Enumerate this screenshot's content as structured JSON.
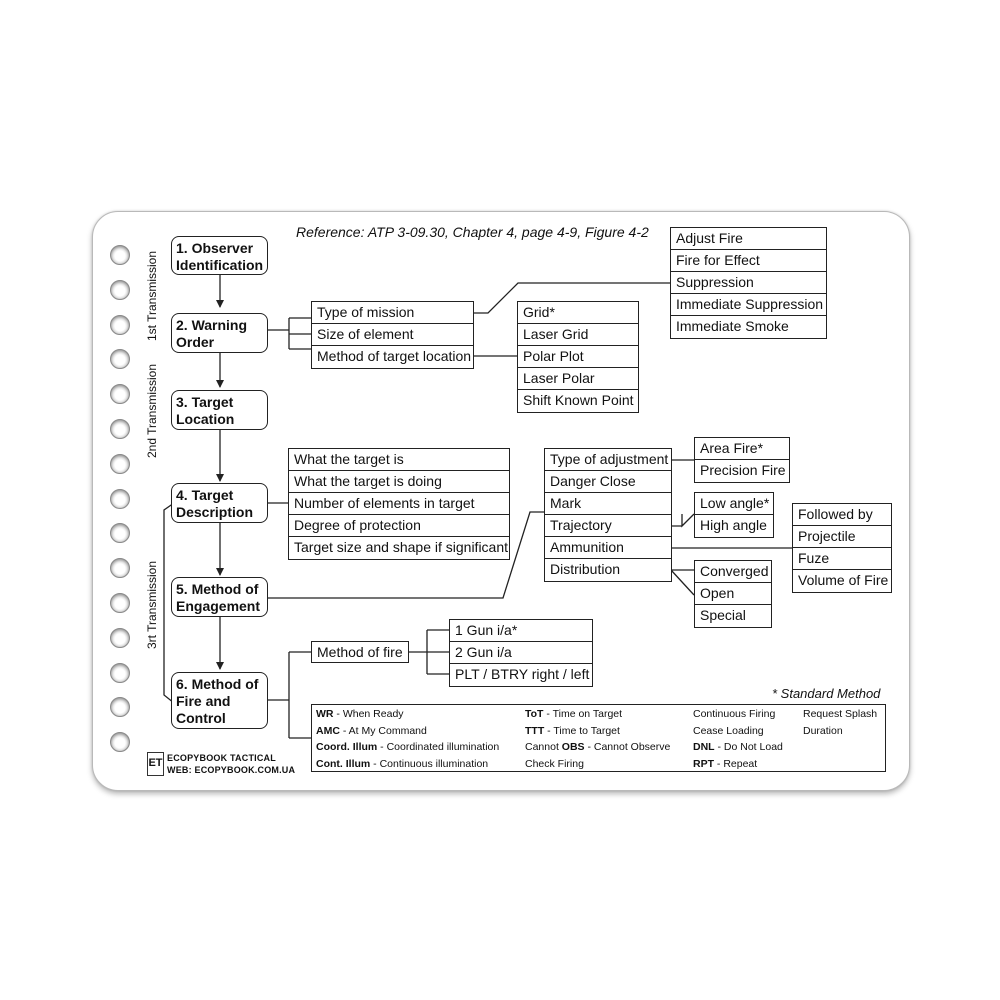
{
  "reference": "Reference: ATP 3-09.30, Chapter 4, page 4-9, Figure 4-2",
  "standard_note": "* Standard Method",
  "transmissions": {
    "first": "1st Transmission",
    "second": "2nd Transmission",
    "third": "3rt Transmission"
  },
  "steps": {
    "s1": {
      "line1": "1. Observer",
      "line2": "Identification"
    },
    "s2": {
      "line1": "2. Warning",
      "line2": "Order"
    },
    "s3": {
      "line1": "3. Target",
      "line2": "Location"
    },
    "s4": {
      "line1": "4. Target",
      "line2": "Description"
    },
    "s5": {
      "line1": "5. Method of",
      "line2": "Engagement"
    },
    "s6": {
      "line1": "6. Method of",
      "line2": "Fire and",
      "line3": "Control"
    }
  },
  "warning_order_items": [
    "Type of mission",
    "Size of element",
    "Method of target location"
  ],
  "mission_types": [
    "Adjust Fire",
    "Fire for Effect",
    "Suppression",
    "Immediate Suppression",
    "Immediate Smoke"
  ],
  "location_methods": [
    "Grid*",
    "Laser Grid",
    "Polar Plot",
    "Laser Polar",
    "Shift Known Point"
  ],
  "description_items": [
    "What the target is",
    "What the target is doing",
    "Number of elements in target",
    "Degree of protection",
    "Target size and shape if significant"
  ],
  "engagement_items": [
    "Type of adjustment",
    "Danger Close",
    "Mark",
    "Trajectory",
    "Ammunition",
    "Distribution"
  ],
  "adjustment_types": [
    "Area Fire*",
    "Precision Fire"
  ],
  "trajectories": [
    "Low angle*",
    "High angle"
  ],
  "ammunition": [
    "Followed by",
    "Projectile",
    "Fuze",
    "Volume of Fire"
  ],
  "distribution": [
    "Converged",
    "Open",
    "Special"
  ],
  "method_of_fire": "Method of fire",
  "fire_options": [
    "1 Gun i/a*",
    "2 Gun i/a",
    "PLT / BTRY right / left"
  ],
  "legend": {
    "c1": [
      {
        "abbr": "WR",
        "text": " - When Ready"
      },
      {
        "abbr": "AMC",
        "text": " - At My Command"
      },
      {
        "abbr": "Coord. Illum",
        "text": " - Coordinated illumination"
      },
      {
        "abbr": "Cont. Illum",
        "text": " - Continuous illumination"
      }
    ],
    "c2": [
      {
        "abbr": "ToT",
        "text": " - Time on Target"
      },
      {
        "abbr": "TTT",
        "text": " - Time to Target"
      },
      {
        "pre": "Cannot ",
        "abbr": "OBS",
        "text": " - Cannot Observe"
      },
      {
        "text": "Check Firing"
      }
    ],
    "c3": [
      {
        "text": "Continuous Firing"
      },
      {
        "text": "Cease Loading"
      },
      {
        "abbr": "DNL",
        "text": " - Do Not Load"
      },
      {
        "abbr": "RPT",
        "text": " - Repeat"
      }
    ],
    "c4": [
      {
        "text": "Request Splash"
      },
      {
        "text": "Duration"
      }
    ]
  },
  "logo": {
    "mark": "ET",
    "line1": "ECOPYBOOK TACTICAL",
    "line2": "WEB: ECOPYBOOK.COM.UA"
  }
}
